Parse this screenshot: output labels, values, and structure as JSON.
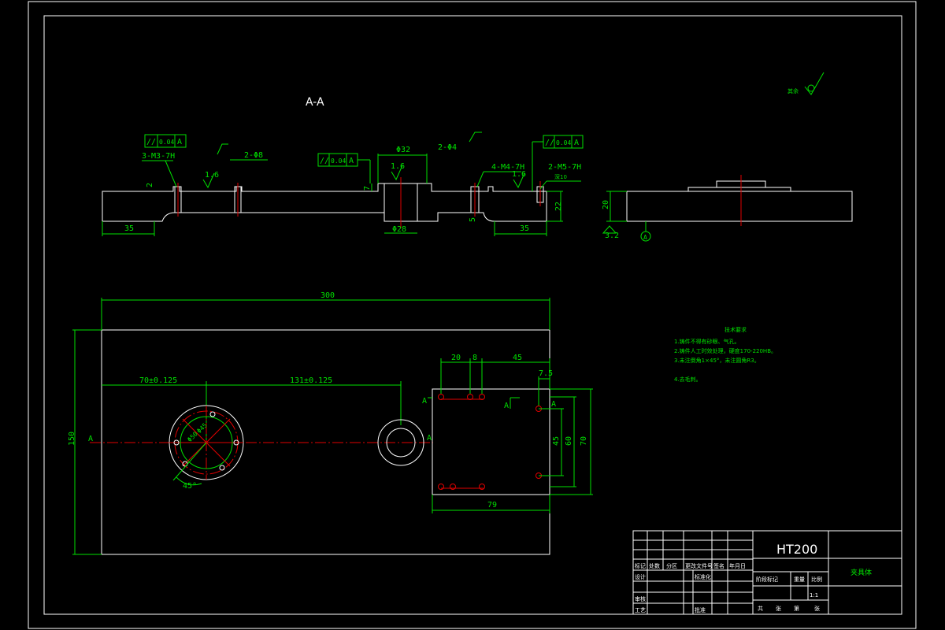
{
  "section_title": "A-A",
  "tolerances": {
    "parallel": "//",
    "value": "0.04",
    "datum": "A"
  },
  "callouts": {
    "thread_m3": "3-M3-7H",
    "thread_m4": "4-M4-7H",
    "thread_m5": "2-M5-7H",
    "depth_m5": "深10",
    "bore_dia": "Φ32",
    "bore_lower": "Φ28",
    "small_hole_a": "2-Φ8",
    "small_hole_b": "2-Φ4",
    "roughness_16": "1.6",
    "roughness_32": "3.2",
    "datum_label": "A"
  },
  "dimensions": {
    "d35_left": "35",
    "d35_right": "35",
    "d2": "2",
    "d7": "7",
    "d5": "5",
    "d22": "22",
    "d20": "20",
    "overall_length": "300",
    "overall_width": "150",
    "pos_70": "70±0.125",
    "pos_131": "131±0.125",
    "d20_top": "20",
    "d8_top": "8",
    "d45_top": "45",
    "d7_5": "7.5",
    "d45_right": "45",
    "d60": "60",
    "d70": "70",
    "d79": "79",
    "angle_45": "45°",
    "pcd_45": "Φ45",
    "pcd_50": "Φ50",
    "section_a_left": "A",
    "section_a_right": "A"
  },
  "notes": {
    "heading": "技术要求",
    "items": [
      "1.铸件不得有砂眼、气孔。",
      "2.铸件人工时效处理，硬度170-220HB。",
      "3.未注倒角1×45°，未注圆角R3。",
      "4.去毛刺。"
    ]
  },
  "title_block": {
    "material": "HT200",
    "part_name": "夹具体",
    "scale": "1:1",
    "labels": {
      "mark": "标记",
      "count": "处数",
      "zone": "分区",
      "change_doc": "更改文件号",
      "sign": "签名",
      "date": "年月日",
      "design": "设计",
      "standard": "标准化",
      "review": "审核",
      "process": "工艺",
      "approve": "批准",
      "stage_mark": "阶段标记",
      "weight": "重量",
      "scale_label": "比例",
      "sheets_total": "共",
      "sheet": "张",
      "sheet_no": "第"
    }
  },
  "rough_symbol_top": "其余"
}
